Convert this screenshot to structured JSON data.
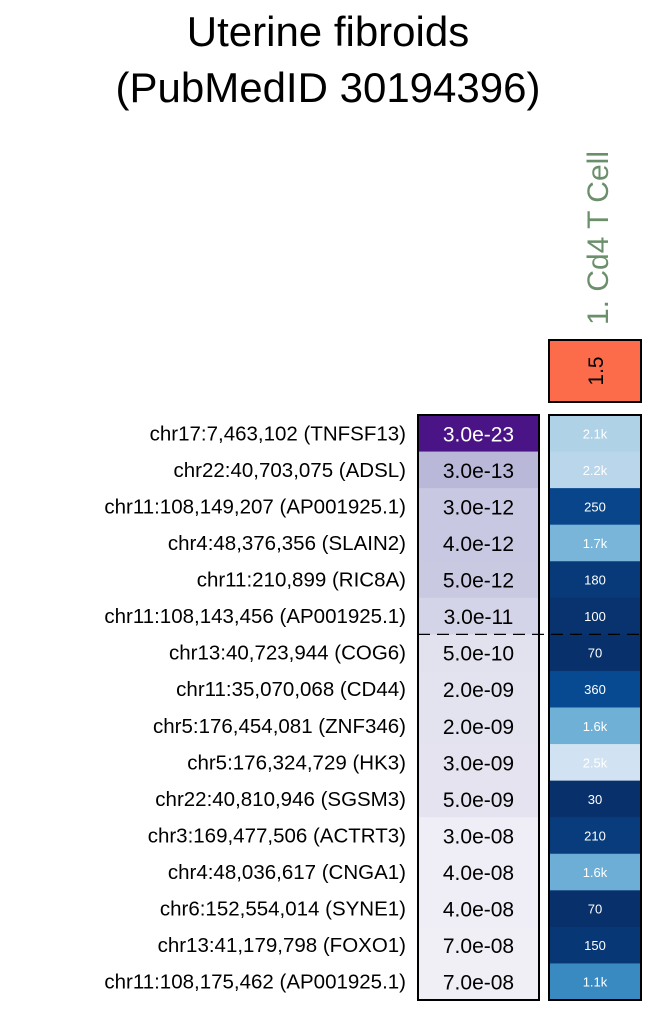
{
  "chart_data": {
    "type": "heatmap",
    "title_line1": "Uterine fibroids",
    "title_line2": "(PubMedID 30194396)",
    "column_label": "1. Cd4 T Cell",
    "column_score": "1.5",
    "column_score_color": "#fc6b4a",
    "significance_threshold_after_row": 6,
    "rows": [
      {
        "label": "chr17:7,463,102 (TNFSF13)",
        "pvalue": "3.0e-23",
        "pcolor": "#4a1486",
        "count": "2.1k",
        "ccolor": "#b0d2e7"
      },
      {
        "label": "chr22:40,703,075 (ADSL)",
        "pvalue": "3.0e-13",
        "pcolor": "#b9b8d8",
        "count": "2.2k",
        "ccolor": "#bad6eb"
      },
      {
        "label": "chr11:108,149,207 (AP001925.1)",
        "pvalue": "3.0e-12",
        "pcolor": "#c8c8e2",
        "count": "250",
        "ccolor": "#08458a"
      },
      {
        "label": "chr4:48,376,356 (SLAIN2)",
        "pvalue": "4.0e-12",
        "pcolor": "#c8c8e2",
        "count": "1.7k",
        "ccolor": "#79b5d9"
      },
      {
        "label": "chr11:210,899 (RIC8A)",
        "pvalue": "5.0e-12",
        "pcolor": "#c9c9e2",
        "count": "180",
        "ccolor": "#083a7a"
      },
      {
        "label": "chr11:108,143,456 (AP001925.1)",
        "pvalue": "3.0e-11",
        "pcolor": "#d4d4e8",
        "count": "100",
        "ccolor": "#08336e"
      },
      {
        "label": "chr13:40,723,944 (COG6)",
        "pvalue": "5.0e-10",
        "pcolor": "#e2e1ee",
        "count": "70",
        "ccolor": "#08306b"
      },
      {
        "label": "chr11:35,070,068 (CD44)",
        "pvalue": "2.0e-09",
        "pcolor": "#e3e2ef",
        "count": "360",
        "ccolor": "#084a91"
      },
      {
        "label": "chr5:176,454,081 (ZNF346)",
        "pvalue": "2.0e-09",
        "pcolor": "#e3e2ef",
        "count": "1.6k",
        "ccolor": "#6fb0d7"
      },
      {
        "label": "chr5:176,324,729 (HK3)",
        "pvalue": "3.0e-09",
        "pcolor": "#e4e3ef",
        "count": "2.5k",
        "ccolor": "#d1e2f2"
      },
      {
        "label": "chr22:40,810,946 (SGSM3)",
        "pvalue": "5.0e-09",
        "pcolor": "#e4e3ef",
        "count": "30",
        "ccolor": "#08306b"
      },
      {
        "label": "chr3:169,477,506 (ACTRT3)",
        "pvalue": "3.0e-08",
        "pcolor": "#efedf5",
        "count": "210",
        "ccolor": "#083c7d"
      },
      {
        "label": "chr4:48,036,617 (CNGA1)",
        "pvalue": "4.0e-08",
        "pcolor": "#efedf5",
        "count": "1.6k",
        "ccolor": "#6caed6"
      },
      {
        "label": "chr6:152,554,014 (SYNE1)",
        "pvalue": "4.0e-08",
        "pcolor": "#efedf5",
        "count": "70",
        "ccolor": "#08306b"
      },
      {
        "label": "chr13:41,179,798 (FOXO1)",
        "pvalue": "7.0e-08",
        "pcolor": "#f0eff6",
        "count": "150",
        "ccolor": "#083776"
      },
      {
        "label": "chr11:108,175,462 (AP001925.1)",
        "pvalue": "7.0e-08",
        "pcolor": "#f0eff6",
        "count": "1.1k",
        "ccolor": "#3a8ac2"
      }
    ]
  }
}
